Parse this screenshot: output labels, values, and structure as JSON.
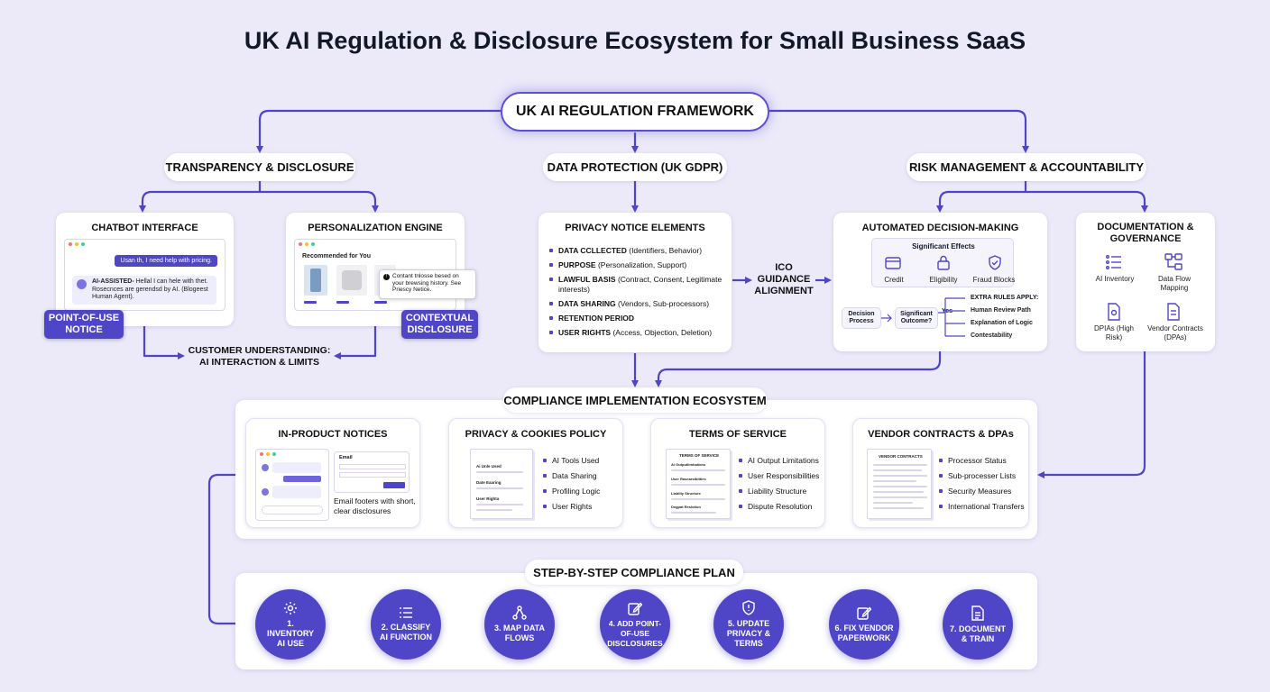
{
  "title": "UK AI Regulation & Disclosure Ecosystem for Small Business SaaS",
  "root": "UK AI REGULATION FRAMEWORK",
  "branches": {
    "transparency": "TRANSPARENCY & DISCLOSURE",
    "data_protection": "DATA PROTECTION (UK GDPR)",
    "risk": "RISK MANAGEMENT & ACCOUNTABILITY"
  },
  "chatbot": {
    "title": "CHATBOT INTERFACE",
    "user_msg": "Usan th, I need help with pricing.",
    "ai_label": "AI-ASSISTED-",
    "ai_msg": "Hellal I can hele with thet. Rosecnces are gerendsd by AI. (Blogeest Human Agent).",
    "badge": "POINT-OF-USE NOTICE"
  },
  "personalization": {
    "title": "PERSONALIZATION ENGINE",
    "recommended": "Recommended for You",
    "tooltip": "Contant tnlosse besed on your brewsing history. See Priescy Netice.",
    "badge": "CONTEXTUAL DISCLOSURE"
  },
  "customer_understanding": "CUSTOMER UNDERSTANDING: AI INTERACTION & LIMITS",
  "privacy_notice": {
    "title": "PRIVACY NOTICE ELEMENTS",
    "items": [
      {
        "bold": "DATA CCLLECTED",
        "rest": " (Identifiers, Behavior)"
      },
      {
        "bold": "PURPOSE",
        "rest": " (Personalization, Support)"
      },
      {
        "bold": "LAWFUL BASIS",
        "rest": " (Contract, Consent, Legitimate interests)"
      },
      {
        "bold": "DATA SHARING",
        "rest": " (Vendors, Sub-processors)"
      },
      {
        "bold": "RETENTION PERIOD",
        "rest": ""
      },
      {
        "bold": "USER RIGHTS",
        "rest": " (Access, Objection, Deletion)"
      }
    ]
  },
  "ico": "ICO GUIDANCE ALIGNMENT",
  "adm": {
    "title": "AUTOMATED DECISION-MAKING",
    "effects_title": "Significant Effects",
    "effects": [
      "Credit",
      "Eligibility",
      "Fraud Blocks"
    ],
    "decision_process": "Decision Process",
    "significant_outcome": "Significant Outcome?",
    "yes": "Yes",
    "extra_rules_title": "EXTRA RULES APPLY:",
    "extra_rules": [
      "Human Review Path",
      "Explanation of Logic",
      "Contestability"
    ]
  },
  "documentation": {
    "title": "DOCUMENTATION & GOVERNANCE",
    "items": [
      "AI Inventory",
      "Data Flow Mapping",
      "DPIAs (High Risk)",
      "Vendor Contracts (DPAs)"
    ]
  },
  "compliance": {
    "title": "COMPLIANCE IMPLEMENTATION ECOSYSTEM",
    "in_product": {
      "title": "IN-PRODUCT NOTICES",
      "email_label": "Email",
      "caption": "Email footers with short, clear disclosures"
    },
    "privacy_policy": {
      "title": "PRIVACY & COOKIES POLICY",
      "doc_lines": [
        "Ai Unle Used",
        "Date Eaaring",
        "User Righta"
      ],
      "items": [
        "AI Tools Used",
        "Data Sharing",
        "Profiling Logic",
        "User Rights"
      ]
    },
    "terms": {
      "title": "TERMS OF SERVICE",
      "doc_lines": [
        "TERMS OF SERVICE",
        "Ai Outputlimhations",
        "User Rasearstbitties",
        "Liabilty Structure",
        "Degpat Reslotion"
      ],
      "items": [
        "AI Output Limitations",
        "User Responsibilities",
        "Liability Structure",
        "Dispute Resolution"
      ]
    },
    "vendor": {
      "title": "VENDOR CONTRACTS & DPAs",
      "doc_lines": [
        "VENDOR CONTRACTS"
      ],
      "items": [
        "Processor Status",
        "Sub-processer Lists",
        "Security Measures",
        "International Transfers"
      ]
    }
  },
  "plan": {
    "title": "STEP-BY-STEP COMPLIANCE PLAN",
    "steps": [
      {
        "label": "1. INVENTORY AI USE",
        "icon": "gear-icon"
      },
      {
        "label": "2. CLASSIFY AI FUNCTION",
        "icon": "list-icon"
      },
      {
        "label": "3. MAP DATA FLOWS",
        "icon": "flow-icon"
      },
      {
        "label": "4. ADD POINT-OF-USE DISCLOSURES",
        "icon": "edit-icon"
      },
      {
        "label": "5. UPDATE PRIVACY & TERMS",
        "icon": "shield-icon"
      },
      {
        "label": "6. FIX VENDOR PAPERWORK",
        "icon": "edit-icon"
      },
      {
        "label": "7. DOCUMENT & TRAIN",
        "icon": "document-icon"
      }
    ]
  },
  "colors": {
    "accent": "#4f46c7",
    "background": "#eceaf9",
    "connector": "#5b4fd6"
  }
}
